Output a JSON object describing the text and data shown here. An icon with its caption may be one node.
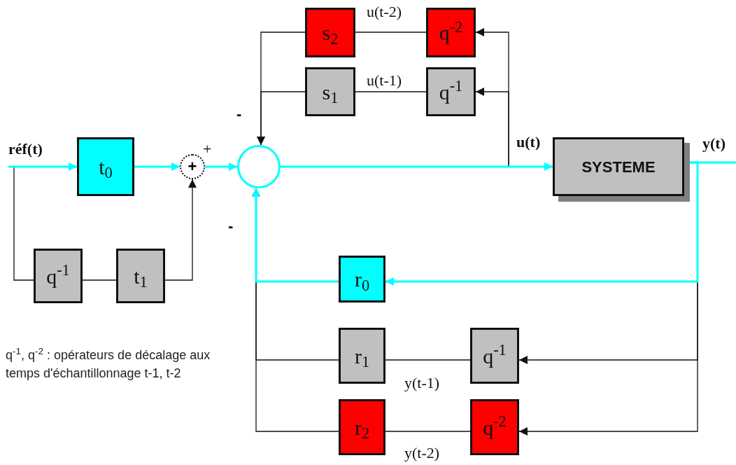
{
  "diagram": {
    "nodes": [
      {
        "text": [
          "s$_{2}$"
        ]
      },
      {
        "text": [
          "q$^{-2}$"
        ]
      },
      {
        "text": [
          "s$_{1}$"
        ]
      },
      {
        "text": [
          "q$^{-1}$"
        ]
      },
      {
        "text": [
          "t$_{0}$"
        ]
      },
      {
        "text": [
          "+"
        ]
      },
      {
        "text": [],
        "shape": "circle"
      },
      {
        "text": [
          "SYSTEME"
        ]
      },
      {
        "text": [
          "q$^{-1}$"
        ]
      },
      {
        "text": [
          "t$_{1}$"
        ]
      },
      {
        "text": [
          "r$_{0}$"
        ]
      },
      {
        "text": [
          "r$_{1}$"
        ]
      },
      {
        "text": [
          "q$^{-1}$"
        ]
      },
      {
        "text": [
          "r$_{2}$"
        ]
      },
      {
        "text": [
          "q$^{-2}$"
        ]
      }
    ],
    "edges": [
      {
        "from": null,
        "to": 4,
        "arrow": "to",
        "label": "réf(t)",
        "style": "thick",
        "color": "#00ffff"
      },
      {
        "from": null,
        "to": 8,
        "arrow": "none"
      },
      {
        "from": 4,
        "to": 5,
        "arrow": "to",
        "style": "thick",
        "color": "#00ffff"
      },
      {
        "from": 8,
        "to": 9,
        "arrow": "none"
      },
      {
        "from": 9,
        "to": 5,
        "arrow": "to"
      },
      {
        "from": 5,
        "to": 6,
        "arrow": "to",
        "style": "thick",
        "color": "#00ffff"
      },
      {
        "from": 6,
        "to": 7,
        "arrow": "to",
        "label": "u(t)",
        "style": "thick",
        "color": "#00ffff"
      },
      {
        "from": 7,
        "to": null,
        "arrow": "none",
        "label": "y(t)",
        "style": "thick",
        "color": "#00ffff"
      },
      {
        "from": 6,
        "to": 1,
        "arrow": "to"
      },
      {
        "from": 6,
        "to": 3,
        "arrow": "to"
      },
      {
        "from": 1,
        "to": 0,
        "arrow": "none",
        "label": "u(t-2)"
      },
      {
        "from": 3,
        "to": 2,
        "arrow": "none",
        "label": "u(t-1)"
      },
      {
        "from": 0,
        "to": 6,
        "arrow": "to"
      },
      {
        "from": 2,
        "to": 6,
        "arrow": "to"
      },
      {
        "from": 7,
        "to": 10,
        "arrow": "to",
        "style": "thick",
        "color": "#00ffff"
      },
      {
        "from": 10,
        "to": 6,
        "arrow": "to",
        "style": "thick",
        "color": "#00ffff"
      },
      {
        "from": 7,
        "to": 12,
        "arrow": "to"
      },
      {
        "from": 7,
        "to": 14,
        "arrow": "to"
      },
      {
        "from": 12,
        "to": 11,
        "arrow": "none",
        "label": "y(t-1)"
      },
      {
        "from": 14,
        "to": 13,
        "arrow": "none",
        "label": "y(t-2)"
      },
      {
        "from": 11,
        "to": 6,
        "arrow": "to"
      },
      {
        "from": 13,
        "to": 6,
        "arrow": "to"
      }
    ],
    "labels": [
      "+",
      "-",
      "-",
      "q$^{-1}$, q$^{-2}$ : opérateurs de décalage aux temps d'échantillonnage t-1, t-2"
    ]
  }
}
